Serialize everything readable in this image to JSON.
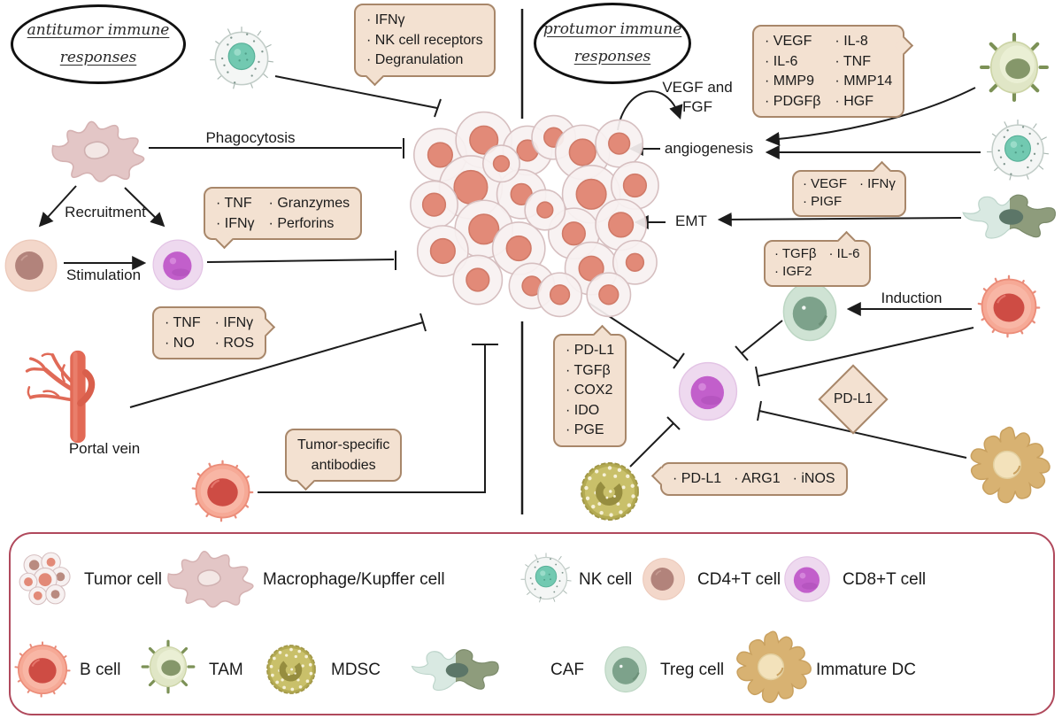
{
  "titles": {
    "antitumor": [
      "antitumor immune",
      "responses"
    ],
    "protumor": [
      "protumor immune",
      "responses"
    ]
  },
  "labels": {
    "phagocytosis": "Phagocytosis",
    "recruitment": "Recruitment",
    "stimulation": "Stimulation",
    "portal_vein": "Portal vein",
    "vegf_fgf_1": "VEGF and",
    "vegf_fgf_2": "FGF",
    "angiogenesis": "angiogenesis",
    "emt": "EMT",
    "induction": "Induction",
    "pdl1_diamond": "PD-L1"
  },
  "bubbles": {
    "nk_effectors": [
      "· IFNγ",
      "· NK cell receptors",
      "· Degranulation"
    ],
    "cd8_effectors": [
      "· TNF",
      "· Granzymes",
      "· IFNγ",
      "· Perforins"
    ],
    "innate_effectors": [
      "· TNF",
      "· IFNγ",
      "· NO",
      "· ROS"
    ],
    "antibodies": [
      "Tumor-specific",
      "antibodies"
    ],
    "angio_factors": [
      "· VEGF",
      "· IL-8",
      "· IL-6",
      "· TNF",
      "· MMP9",
      "· MMP14",
      "· PDGFβ",
      "· HGF"
    ],
    "vegf_pigf": [
      "· VEGF",
      "· IFNγ",
      "· PIGF"
    ],
    "tgfb_factors": [
      "· TGFβ",
      "· IL-6",
      "· IGF2"
    ],
    "checkpoint_factors": [
      "· PD-L1",
      "· TGFβ",
      "· COX2",
      "· IDO",
      "· PGE"
    ],
    "mdsc_factors": [
      "· PD-L1",
      "· ARG1",
      "· iNOS"
    ]
  },
  "legend": {
    "row1": [
      "Tumor cell",
      "Macrophage/Kupffer cell",
      "NK cell",
      "CD4+T cell",
      "CD8+T cell"
    ],
    "row2": [
      "B cell",
      "TAM",
      "MDSC",
      "CAF",
      "Treg cell",
      "Immature DC"
    ]
  },
  "colors": {
    "bubble_fill": "#f3e1d1",
    "bubble_border": "#a8876a",
    "legend_border": "#b0495c",
    "line": "#1c1c1c"
  }
}
